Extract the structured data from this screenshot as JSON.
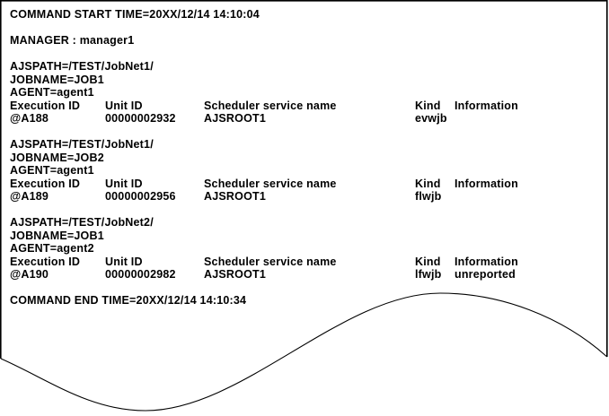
{
  "document": {
    "command_start_line": "COMMAND START TIME=20XX/12/14 14:10:04",
    "manager_line": "MANAGER : manager1",
    "command_end_line": "COMMAND END TIME=20XX/12/14 14:10:34"
  },
  "table_headers": {
    "execution_id": "Execution ID",
    "unit_id": "Unit ID",
    "scheduler_service_name": "Scheduler service name",
    "kind": "Kind",
    "information": "Information"
  },
  "jobs": [
    {
      "ajspath_line": "AJSPATH=/TEST/JobNet1/",
      "jobname_line": "JOBNAME=JOB1",
      "agent_line": "AGENT=agent1",
      "execution_id": "@A188",
      "unit_id": "00000002932",
      "scheduler_service_name": "AJSROOT1",
      "kind": "evwjb",
      "information": ""
    },
    {
      "ajspath_line": "AJSPATH=/TEST/JobNet1/",
      "jobname_line": "JOBNAME=JOB2",
      "agent_line": "AGENT=agent1",
      "execution_id": "@A189",
      "unit_id": "00000002956",
      "scheduler_service_name": "AJSROOT1",
      "kind": "flwjb",
      "information": ""
    },
    {
      "ajspath_line": "AJSPATH=/TEST/JobNet2/",
      "jobname_line": "JOBNAME=JOB1",
      "agent_line": "AGENT=agent2",
      "execution_id": "@A190",
      "unit_id": "00000002982",
      "scheduler_service_name": "AJSROOT1",
      "kind": "lfwjb",
      "information": "unreported"
    }
  ],
  "colors": {
    "text": "#000000",
    "background": "#ffffff",
    "border": "#000000"
  }
}
